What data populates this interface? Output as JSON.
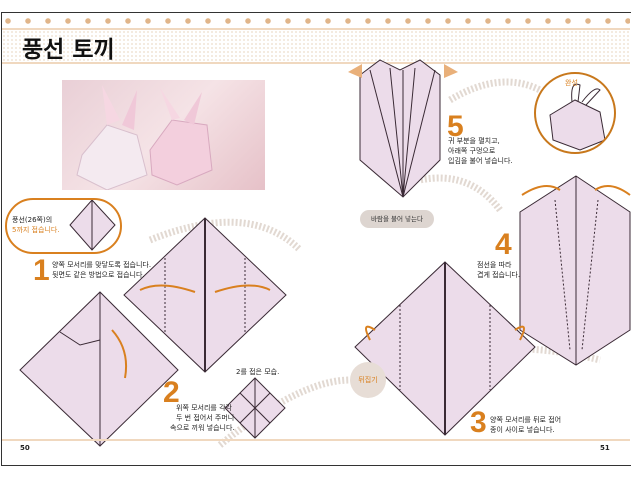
{
  "title": "풍선 토끼",
  "intro": {
    "line1": "풍선(26쪽)의",
    "line2": "5까지 접습니다."
  },
  "steps": [
    {
      "number": "1",
      "lines": [
        "양쪽 모서리를 맞닿도록 접습니다.",
        "뒷면도 같은 방법으로 접습니다."
      ]
    },
    {
      "number": "2",
      "lines": [
        "위쪽 모서리를 각각",
        "두 번 접어서 주머니",
        "속으로 끼워 넣습니다."
      ]
    },
    {
      "number": "3",
      "lines": [
        "양쪽 모서리를 뒤로 접어",
        "종이 사이로 넣습니다."
      ]
    },
    {
      "number": "4",
      "lines": [
        "점선을 따라",
        "겹게 접습니다."
      ]
    },
    {
      "number": "5",
      "lines": [
        "귀 부분을 펼치고,",
        "아래쪽 구멍으로",
        "입김을 불어 넣습니다."
      ]
    }
  ],
  "step2_result": "2를 접은 모습.",
  "flip_label": "뒤집기",
  "blow_label": "바람을 불어 넣는다",
  "complete_label": "완성",
  "page_numbers": {
    "left": "50",
    "right": "51"
  },
  "colors": {
    "accent": "#d9801f",
    "paper": "#ecdcea",
    "line": "#3a2a35"
  }
}
